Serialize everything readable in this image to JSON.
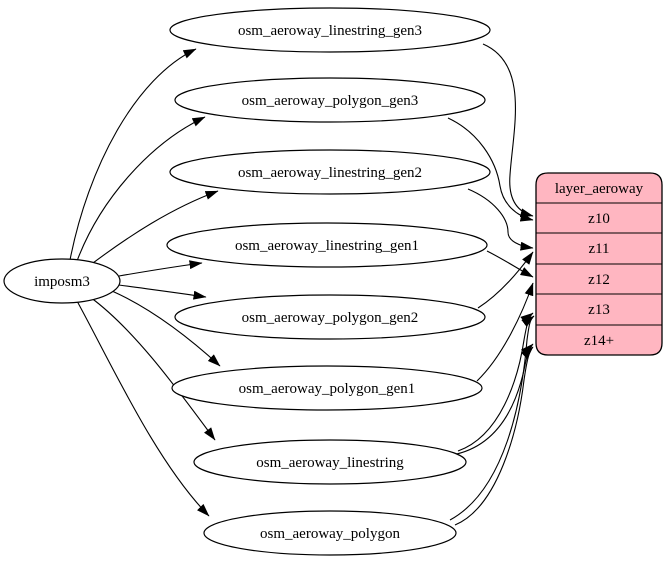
{
  "diagram": {
    "type": "etl-dependency-graph",
    "source_node": {
      "label": "imposm3"
    },
    "table_nodes": [
      {
        "label": "osm_aeroway_linestring_gen3"
      },
      {
        "label": "osm_aeroway_polygon_gen3"
      },
      {
        "label": "osm_aeroway_linestring_gen2"
      },
      {
        "label": "osm_aeroway_linestring_gen1"
      },
      {
        "label": "osm_aeroway_polygon_gen2"
      },
      {
        "label": "osm_aeroway_polygon_gen1"
      },
      {
        "label": "osm_aeroway_linestring"
      },
      {
        "label": "osm_aeroway_polygon"
      }
    ],
    "layer_node": {
      "title": "layer_aeroway",
      "rows": [
        "z10",
        "z11",
        "z12",
        "z13",
        "z14+"
      ],
      "fill_color": "#ffb6c1",
      "border_color": "#000000"
    },
    "edges": [
      {
        "from": "imposm3",
        "to": "osm_aeroway_linestring_gen3"
      },
      {
        "from": "imposm3",
        "to": "osm_aeroway_polygon_gen3"
      },
      {
        "from": "imposm3",
        "to": "osm_aeroway_linestring_gen2"
      },
      {
        "from": "imposm3",
        "to": "osm_aeroway_linestring_gen1"
      },
      {
        "from": "imposm3",
        "to": "osm_aeroway_polygon_gen2"
      },
      {
        "from": "imposm3",
        "to": "osm_aeroway_polygon_gen1"
      },
      {
        "from": "imposm3",
        "to": "osm_aeroway_linestring"
      },
      {
        "from": "imposm3",
        "to": "osm_aeroway_polygon"
      },
      {
        "from": "osm_aeroway_linestring_gen3",
        "to": "layer_aeroway:z10"
      },
      {
        "from": "osm_aeroway_polygon_gen3",
        "to": "layer_aeroway:z10"
      },
      {
        "from": "osm_aeroway_linestring_gen2",
        "to": "layer_aeroway:z11"
      },
      {
        "from": "osm_aeroway_polygon_gen2",
        "to": "layer_aeroway:z11"
      },
      {
        "from": "osm_aeroway_linestring_gen1",
        "to": "layer_aeroway:z12"
      },
      {
        "from": "osm_aeroway_polygon_gen1",
        "to": "layer_aeroway:z12"
      },
      {
        "from": "osm_aeroway_linestring",
        "to": "layer_aeroway:z13"
      },
      {
        "from": "osm_aeroway_linestring",
        "to": "layer_aeroway:z14+"
      },
      {
        "from": "osm_aeroway_polygon",
        "to": "layer_aeroway:z13"
      },
      {
        "from": "osm_aeroway_polygon",
        "to": "layer_aeroway:z14+"
      }
    ]
  }
}
